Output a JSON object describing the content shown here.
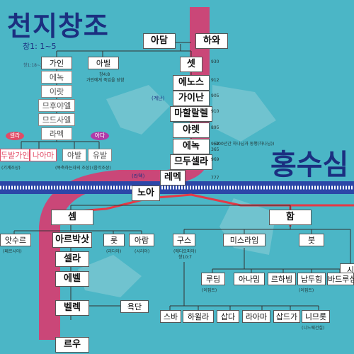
{
  "title": "천지창조",
  "verse": "창1: 1~5",
  "ref_small": "창1:18~24",
  "flood_title": "홍수심",
  "colors": {
    "background": "#4bb6c6",
    "pink_band": "#e0346a",
    "navy": "#1b2f80",
    "red_line": "#e63946",
    "stripe": "#2c47a8"
  },
  "boxes": {
    "adam": "아담",
    "hawa": "하와",
    "seth": "셋",
    "enos": "에노스",
    "kainan": "가이난",
    "mahalalel": "마할랄렐",
    "jared": "야렛",
    "enoch": "에녹",
    "methuselah": "므두셀라",
    "lamech": "레멕",
    "noah": "노아",
    "cain": "가인",
    "abel": "아벨",
    "enoch_c": "에녹",
    "irad": "이랏",
    "mehujael": "므후야엘",
    "methushael": "므드사엘",
    "lamech_c": "라멕",
    "tubal_cain": "두발가인",
    "naamah": "나아마",
    "jabal": "야발",
    "jubal": "유발",
    "ham": "함",
    "shem": "셈",
    "arpachshad": "아르박삿",
    "shelah": "셀라",
    "eber": "에벨",
    "peleg": "벨렉",
    "reu": "르우",
    "joktan": "욕단",
    "lud": "룻",
    "aram": "아람",
    "asshur": "앗수르",
    "cush": "구스",
    "mizraim": "미스라임",
    "put": "붓",
    "ludim": "루딤",
    "anamim": "아나밈",
    "lehabim": "르하빔",
    "naphtuhim": "납두힘",
    "pathrusim": "바드루심",
    "seba": "스바",
    "havilah": "하윌라",
    "sabtah": "삽다",
    "raamah": "라아마",
    "sabteca": "삽드가",
    "nimrod": "니므롯",
    "edge": "시"
  },
  "ovals": {
    "sela": "셀라",
    "ada": "아다"
  },
  "labels": {
    "gyenan": "(계난)",
    "lamek_paren": "(라멕)",
    "abel_note": "가인에게 죽임을 당함",
    "abel_ref": "창4:8",
    "tubal_note": "(기계조상)",
    "jabal_note": "(목축하는자의 조상)",
    "jubal_note": "(음악조상)",
    "enoch_note": "(300년간 하나님과 동행(하나님))",
    "asshur_note": "(페르시아)",
    "lud_note": "(리디아)",
    "aram_note": "(시리아)",
    "cush_note": "(에디오피아)",
    "cush_ref": "창10:7",
    "ludim_note": "(이집트)",
    "naphtuhim_note": "(이집트)",
    "nimrod_note": "(니느웨건설)",
    "years": [
      "930",
      "912",
      "905",
      "910",
      "895",
      "962",
      "365",
      "969",
      "777"
    ]
  }
}
